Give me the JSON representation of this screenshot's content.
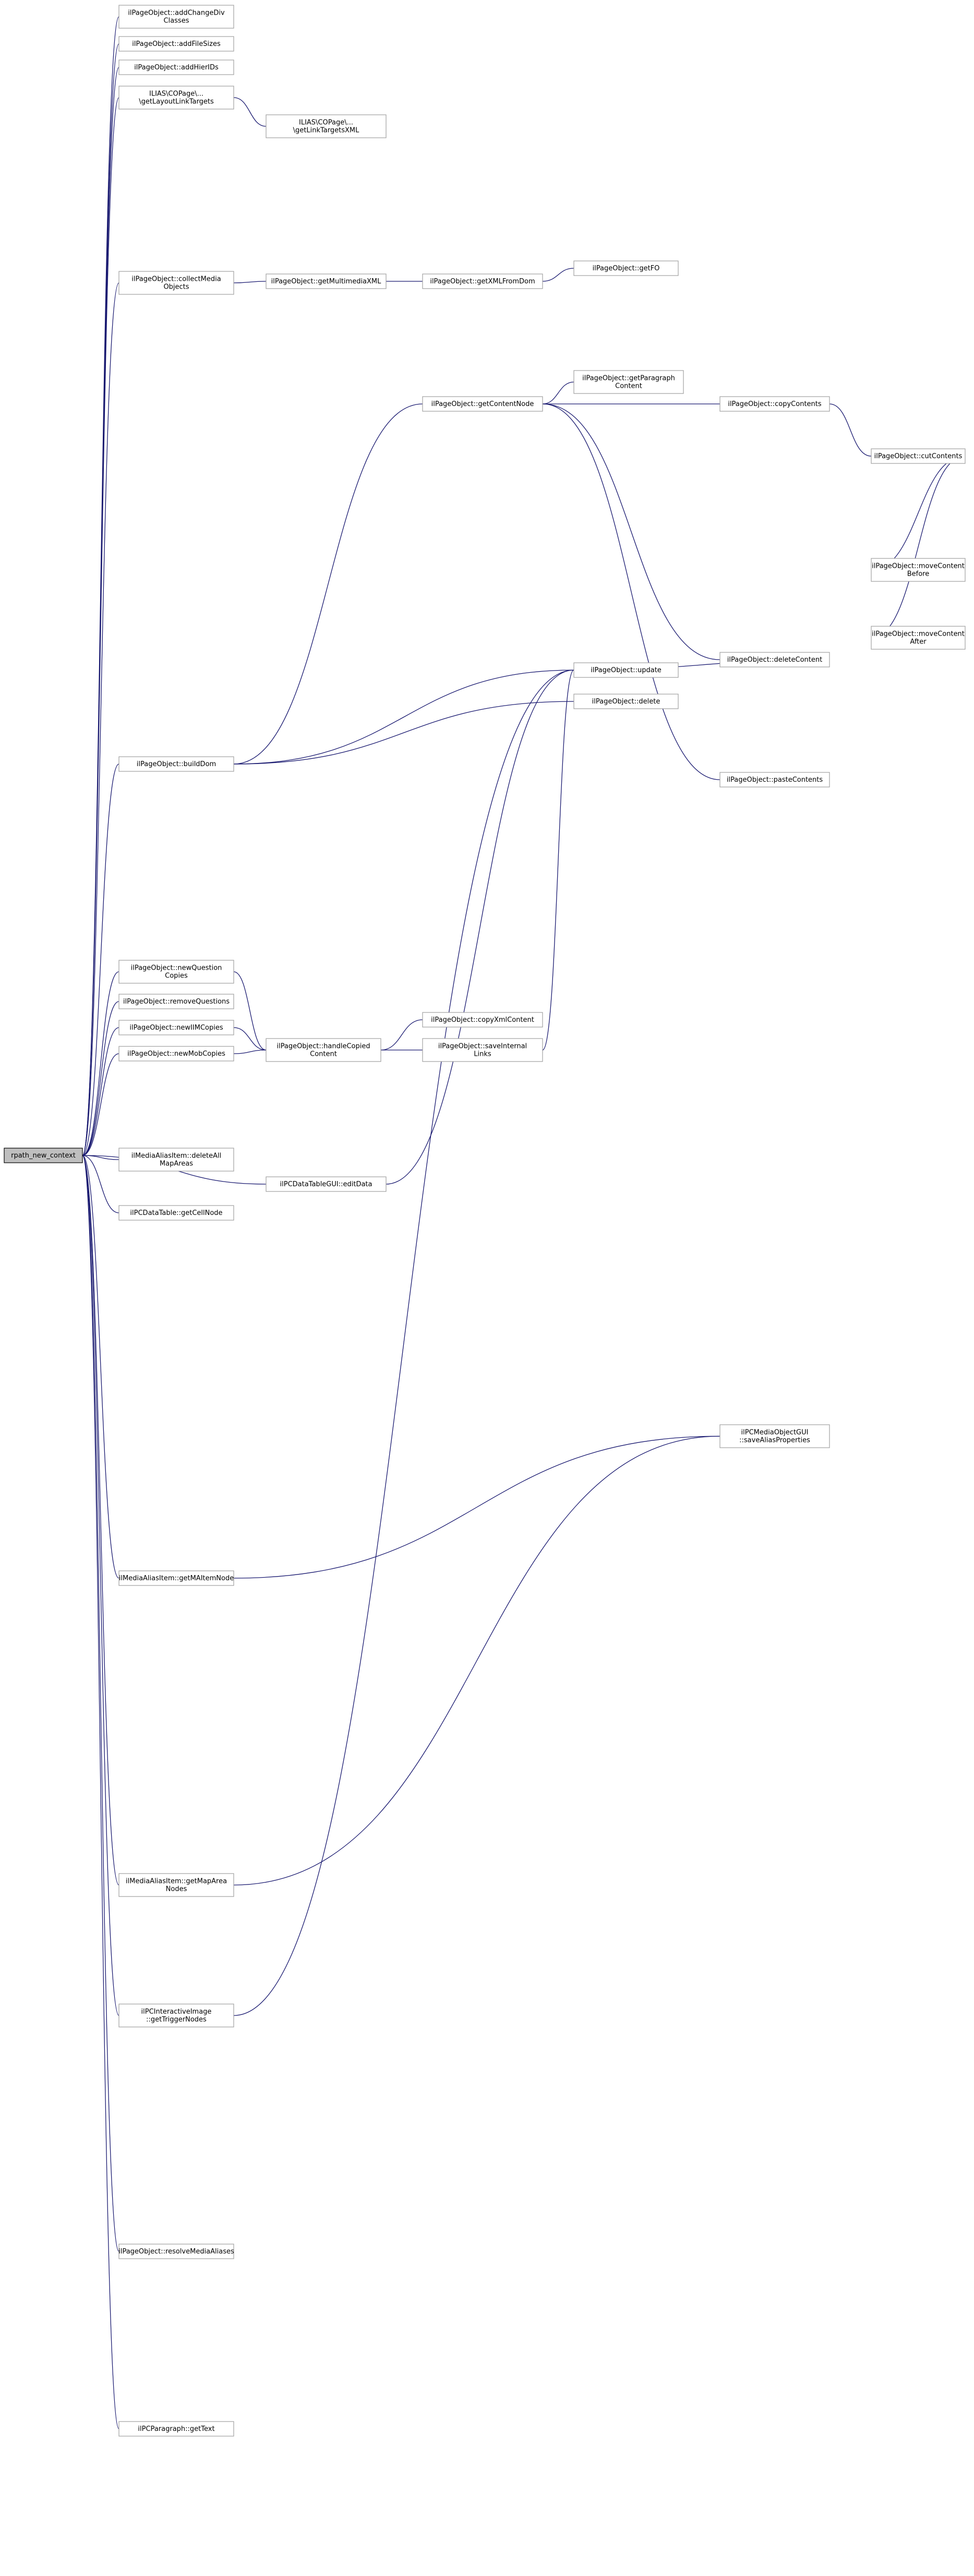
{
  "nodes": [
    {
      "id": "root",
      "lines": [
        "rpath_new_context"
      ]
    },
    {
      "id": "n1",
      "lines": [
        "ilPageObject::addChangeDiv",
        "Classes"
      ]
    },
    {
      "id": "n2",
      "lines": [
        "ilPageObject::addFileSizes"
      ]
    },
    {
      "id": "n3",
      "lines": [
        "ilPageObject::addHierIDs"
      ]
    },
    {
      "id": "n4",
      "lines": [
        "ILIAS\\COPage\\...",
        "\\getLayoutLinkTargets"
      ]
    },
    {
      "id": "n5",
      "lines": [
        "ilPageObject::collectMedia",
        "Objects"
      ]
    },
    {
      "id": "n6",
      "lines": [
        "ilPageObject::buildDom"
      ]
    },
    {
      "id": "n7",
      "lines": [
        "ilPageObject::getMultimediaXML"
      ]
    },
    {
      "id": "n8",
      "lines": [
        "ilPageObject::getXMLFromDom"
      ]
    },
    {
      "id": "n9",
      "lines": [
        "ILIAS\\COPage\\...",
        "\\getLinkTargetsXML"
      ]
    },
    {
      "id": "n10",
      "lines": [
        "ilPageObject::getFO"
      ]
    },
    {
      "id": "n11",
      "lines": [
        "ilPageObject::update"
      ]
    },
    {
      "id": "n12",
      "lines": [
        "ilPageObject::delete"
      ]
    },
    {
      "id": "n13",
      "lines": [
        "ilPageObject::getContentNode"
      ]
    },
    {
      "id": "n14",
      "lines": [
        "ilPageObject::getParagraph",
        "Content"
      ]
    },
    {
      "id": "n15",
      "lines": [
        "ilPageObject::copyContents"
      ]
    },
    {
      "id": "n16",
      "lines": [
        "ilPageObject::cutContents"
      ]
    },
    {
      "id": "n17",
      "lines": [
        "ilPageObject::moveContent",
        "Before"
      ]
    },
    {
      "id": "n18",
      "lines": [
        "ilPageObject::moveContent",
        "After"
      ]
    },
    {
      "id": "n19",
      "lines": [
        "ilPageObject::deleteContent"
      ]
    },
    {
      "id": "n20",
      "lines": [
        "ilPageObject::pasteContents"
      ]
    },
    {
      "id": "n21",
      "lines": [
        "ilPageObject::handleCopied",
        "Content"
      ]
    },
    {
      "id": "n22",
      "lines": [
        "ilPageObject::copyXmlContent"
      ]
    },
    {
      "id": "n23",
      "lines": [
        "ilPageObject::newQuestion",
        "Copies"
      ]
    },
    {
      "id": "n24",
      "lines": [
        "ilPageObject::removeQuestions"
      ]
    },
    {
      "id": "n25",
      "lines": [
        "ilPageObject::newIIMCopies"
      ]
    },
    {
      "id": "n26",
      "lines": [
        "ilPageObject::newMobCopies"
      ]
    },
    {
      "id": "n27",
      "lines": [
        "ilPageObject::saveInternal",
        "Links"
      ]
    },
    {
      "id": "n28",
      "lines": [
        "ilMediaAliasItem::deleteAll",
        "MapAreas"
      ]
    },
    {
      "id": "n29",
      "lines": [
        "ilPCDataTableGUI::editData"
      ]
    },
    {
      "id": "n30",
      "lines": [
        "ilPCDataTable::getCellNode"
      ]
    },
    {
      "id": "n31",
      "lines": [
        "ilMediaAliasItem::getMAItemNode"
      ]
    },
    {
      "id": "n32",
      "lines": [
        "ilMediaAliasItem::getMapArea",
        "Nodes"
      ]
    },
    {
      "id": "n33",
      "lines": [
        "ilPCInteractiveImage",
        "::getTriggerNodes"
      ]
    },
    {
      "id": "n34",
      "lines": [
        "ilPCMediaObjectGUI",
        "::saveAliasProperties"
      ]
    },
    {
      "id": "n35",
      "lines": [
        "ilPageObject::resolveMediaAliases"
      ]
    },
    {
      "id": "n36",
      "lines": [
        "ilPCParagraph::getText"
      ]
    }
  ],
  "edges": [
    [
      "root",
      "n1"
    ],
    [
      "root",
      "n2"
    ],
    [
      "root",
      "n3"
    ],
    [
      "root",
      "n4"
    ],
    [
      "root",
      "n5"
    ],
    [
      "root",
      "n6"
    ],
    [
      "root",
      "n23"
    ],
    [
      "root",
      "n24"
    ],
    [
      "root",
      "n25"
    ],
    [
      "root",
      "n26"
    ],
    [
      "root",
      "n28"
    ],
    [
      "root",
      "n29"
    ],
    [
      "root",
      "n30"
    ],
    [
      "root",
      "n31"
    ],
    [
      "root",
      "n32"
    ],
    [
      "root",
      "n33"
    ],
    [
      "root",
      "n35"
    ],
    [
      "root",
      "n36"
    ],
    [
      "n5",
      "n7"
    ],
    [
      "n7",
      "n8"
    ],
    [
      "n4",
      "n9"
    ],
    [
      "n8",
      "n10"
    ],
    [
      "n6",
      "n11"
    ],
    [
      "n6",
      "n12"
    ],
    [
      "n6",
      "n13"
    ],
    [
      "n13",
      "n14"
    ],
    [
      "n13",
      "n15"
    ],
    [
      "n15",
      "n16"
    ],
    [
      "n16",
      "n17"
    ],
    [
      "n16",
      "n18"
    ],
    [
      "n13",
      "n19"
    ],
    [
      "n19",
      "n11"
    ],
    [
      "n13",
      "n20"
    ],
    [
      "n23",
      "n21"
    ],
    [
      "n25",
      "n21"
    ],
    [
      "n26",
      "n21"
    ],
    [
      "n21",
      "n22"
    ],
    [
      "n21",
      "n27"
    ],
    [
      "n27",
      "n11"
    ],
    [
      "n29",
      "n11"
    ],
    [
      "n31",
      "n34"
    ],
    [
      "n32",
      "n34"
    ],
    [
      "n33",
      "n11"
    ]
  ]
}
